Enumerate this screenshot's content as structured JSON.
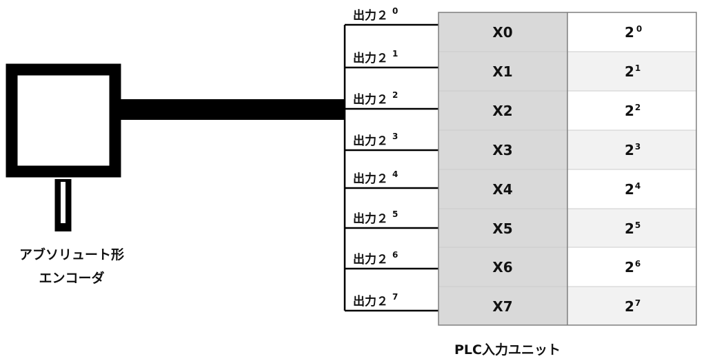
{
  "encoder": {
    "caption_line1": "アブソリュート形",
    "caption_line2": "エンコーダ"
  },
  "outputs": [
    {
      "label": "出力２",
      "exponent": "0"
    },
    {
      "label": "出力２",
      "exponent": "1"
    },
    {
      "label": "出力２",
      "exponent": "2"
    },
    {
      "label": "出力２",
      "exponent": "3"
    },
    {
      "label": "出力２",
      "exponent": "4"
    },
    {
      "label": "出力２",
      "exponent": "5"
    },
    {
      "label": "出力２",
      "exponent": "6"
    },
    {
      "label": "出力２",
      "exponent": "7"
    }
  ],
  "plc": {
    "caption": "PLC入力ユニット",
    "rows": [
      {
        "address": "X0",
        "base": "2",
        "exponent": "0"
      },
      {
        "address": "X1",
        "base": "2",
        "exponent": "1"
      },
      {
        "address": "X2",
        "base": "2",
        "exponent": "2"
      },
      {
        "address": "X3",
        "base": "2",
        "exponent": "3"
      },
      {
        "address": "X4",
        "base": "2",
        "exponent": "4"
      },
      {
        "address": "X5",
        "base": "2",
        "exponent": "5"
      },
      {
        "address": "X6",
        "base": "2",
        "exponent": "6"
      },
      {
        "address": "X7",
        "base": "2",
        "exponent": "7"
      }
    ]
  },
  "colors": {
    "line": "#000000",
    "address_column": "#d9d9d9",
    "value_row_alt": "#f2f2f2",
    "table_border": "#7f7f7f",
    "row_divider": "#cccccc"
  }
}
